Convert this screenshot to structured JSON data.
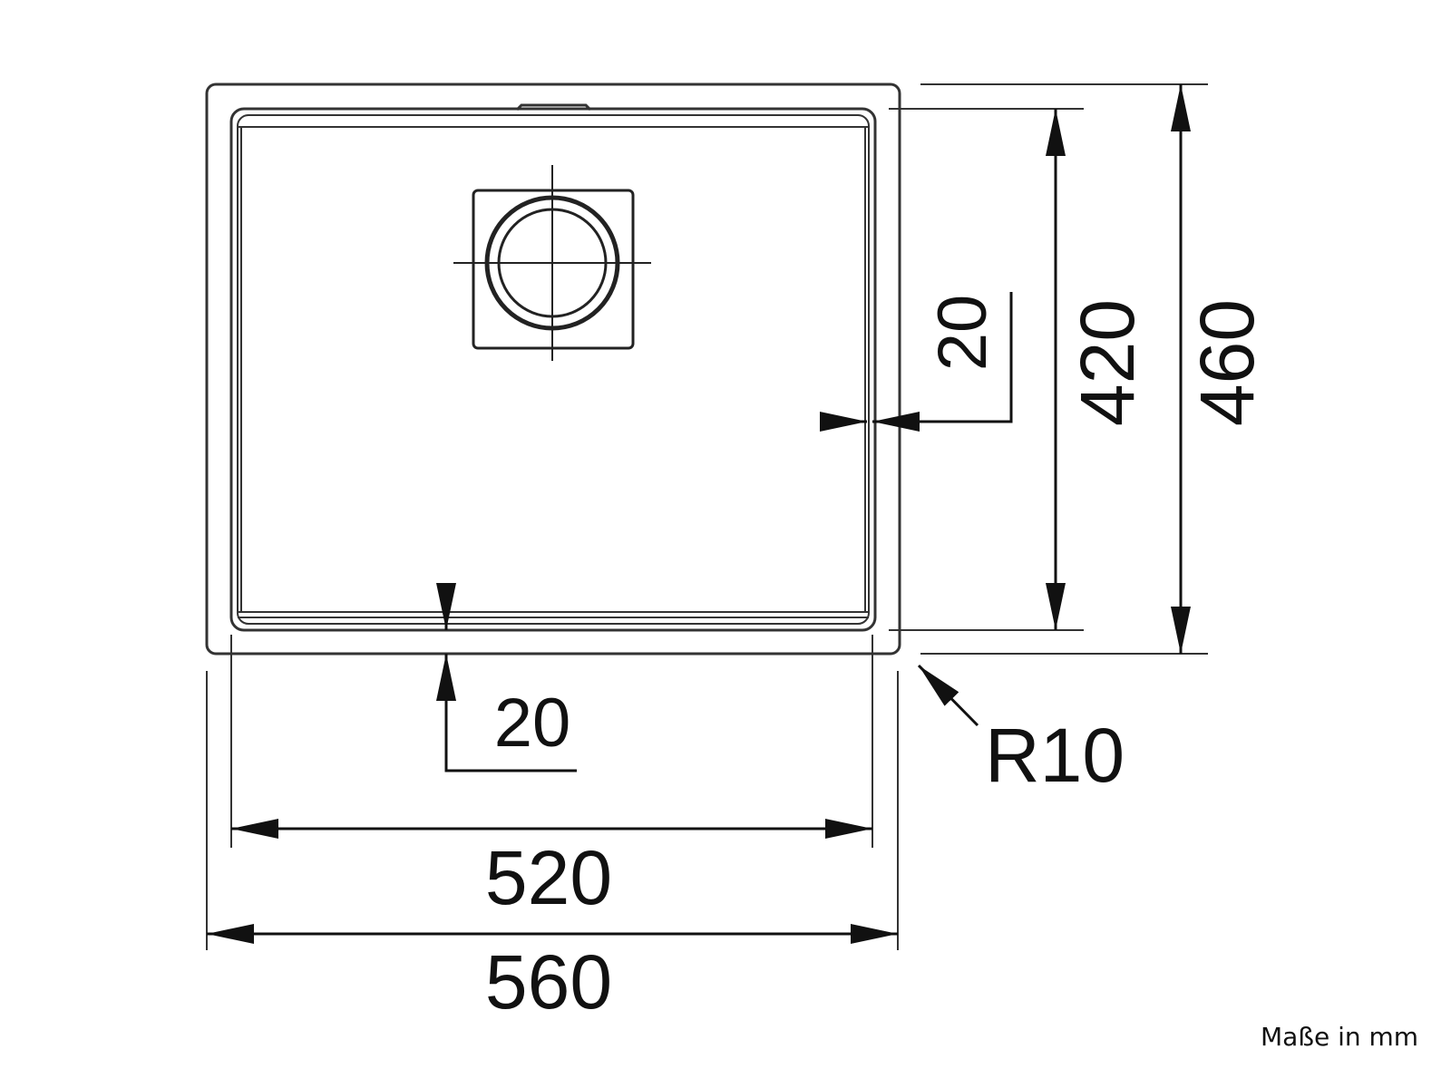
{
  "diagram": {
    "dimensions": {
      "outer_width": "560",
      "inner_width": "520",
      "outer_height": "460",
      "inner_height": "420",
      "side_offset": "20",
      "bottom_offset": "20",
      "corner_radius": "R10"
    },
    "note": "Maße in mm"
  }
}
